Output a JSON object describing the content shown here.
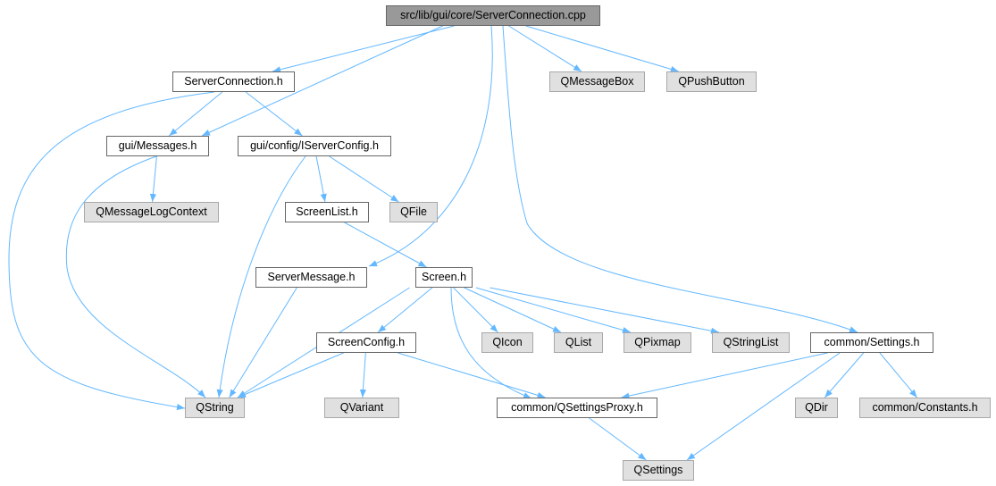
{
  "colors": {
    "edge": "#63b8ff",
    "root_fill": "#999999",
    "external_fill": "#e0e0e0",
    "internal_fill": "#ffffff"
  },
  "nodes": [
    {
      "id": "root",
      "label": "src/lib/gui/core/ServerConnection.cpp",
      "kind": "root"
    },
    {
      "id": "serverconnection_h",
      "label": "ServerConnection.h",
      "kind": "internal"
    },
    {
      "id": "qmessagebox",
      "label": "QMessageBox",
      "kind": "external"
    },
    {
      "id": "qpushbutton",
      "label": "QPushButton",
      "kind": "external"
    },
    {
      "id": "messages_h",
      "label": "gui/Messages.h",
      "kind": "internal"
    },
    {
      "id": "iserverconfig_h",
      "label": "gui/config/IServerConfig.h",
      "kind": "internal"
    },
    {
      "id": "qmessagelogcontext",
      "label": "QMessageLogContext",
      "kind": "external"
    },
    {
      "id": "screenlist_h",
      "label": "ScreenList.h",
      "kind": "internal"
    },
    {
      "id": "qfile",
      "label": "QFile",
      "kind": "external"
    },
    {
      "id": "servermessage_h",
      "label": "ServerMessage.h",
      "kind": "internal"
    },
    {
      "id": "screen_h",
      "label": "Screen.h",
      "kind": "internal"
    },
    {
      "id": "screenconfig_h",
      "label": "ScreenConfig.h",
      "kind": "internal"
    },
    {
      "id": "qicon",
      "label": "QIcon",
      "kind": "external"
    },
    {
      "id": "qlist",
      "label": "QList",
      "kind": "external"
    },
    {
      "id": "qpixmap",
      "label": "QPixmap",
      "kind": "external"
    },
    {
      "id": "qstringlist",
      "label": "QStringList",
      "kind": "external"
    },
    {
      "id": "settings_h",
      "label": "common/Settings.h",
      "kind": "internal"
    },
    {
      "id": "qstring",
      "label": "QString",
      "kind": "external"
    },
    {
      "id": "qvariant",
      "label": "QVariant",
      "kind": "external"
    },
    {
      "id": "qsettingsproxy_h",
      "label": "common/QSettingsProxy.h",
      "kind": "internal"
    },
    {
      "id": "qdir",
      "label": "QDir",
      "kind": "external"
    },
    {
      "id": "constants_h",
      "label": "common/Constants.h",
      "kind": "external"
    },
    {
      "id": "qsettings",
      "label": "QSettings",
      "kind": "external"
    }
  ],
  "edges": [
    [
      "root",
      "serverconnection_h"
    ],
    [
      "root",
      "messages_h"
    ],
    [
      "root",
      "qmessagebox"
    ],
    [
      "root",
      "qpushbutton"
    ],
    [
      "root",
      "servermessage_h"
    ],
    [
      "root",
      "settings_h"
    ],
    [
      "serverconnection_h",
      "messages_h"
    ],
    [
      "serverconnection_h",
      "iserverconfig_h"
    ],
    [
      "serverconnection_h",
      "qstring"
    ],
    [
      "messages_h",
      "qmessagelogcontext"
    ],
    [
      "messages_h",
      "qstring"
    ],
    [
      "iserverconfig_h",
      "qstring"
    ],
    [
      "iserverconfig_h",
      "screenlist_h"
    ],
    [
      "iserverconfig_h",
      "qfile"
    ],
    [
      "screenlist_h",
      "screen_h"
    ],
    [
      "servermessage_h",
      "qstring"
    ],
    [
      "screen_h",
      "qstring"
    ],
    [
      "screen_h",
      "screenconfig_h"
    ],
    [
      "screen_h",
      "qsettingsproxy_h"
    ],
    [
      "screen_h",
      "qicon"
    ],
    [
      "screen_h",
      "qlist"
    ],
    [
      "screen_h",
      "qpixmap"
    ],
    [
      "screen_h",
      "qstringlist"
    ],
    [
      "screenconfig_h",
      "qstring"
    ],
    [
      "screenconfig_h",
      "qvariant"
    ],
    [
      "screenconfig_h",
      "qsettingsproxy_h"
    ],
    [
      "settings_h",
      "qsettingsproxy_h"
    ],
    [
      "settings_h",
      "qsettings"
    ],
    [
      "settings_h",
      "qdir"
    ],
    [
      "settings_h",
      "constants_h"
    ],
    [
      "qsettingsproxy_h",
      "qsettings"
    ]
  ]
}
